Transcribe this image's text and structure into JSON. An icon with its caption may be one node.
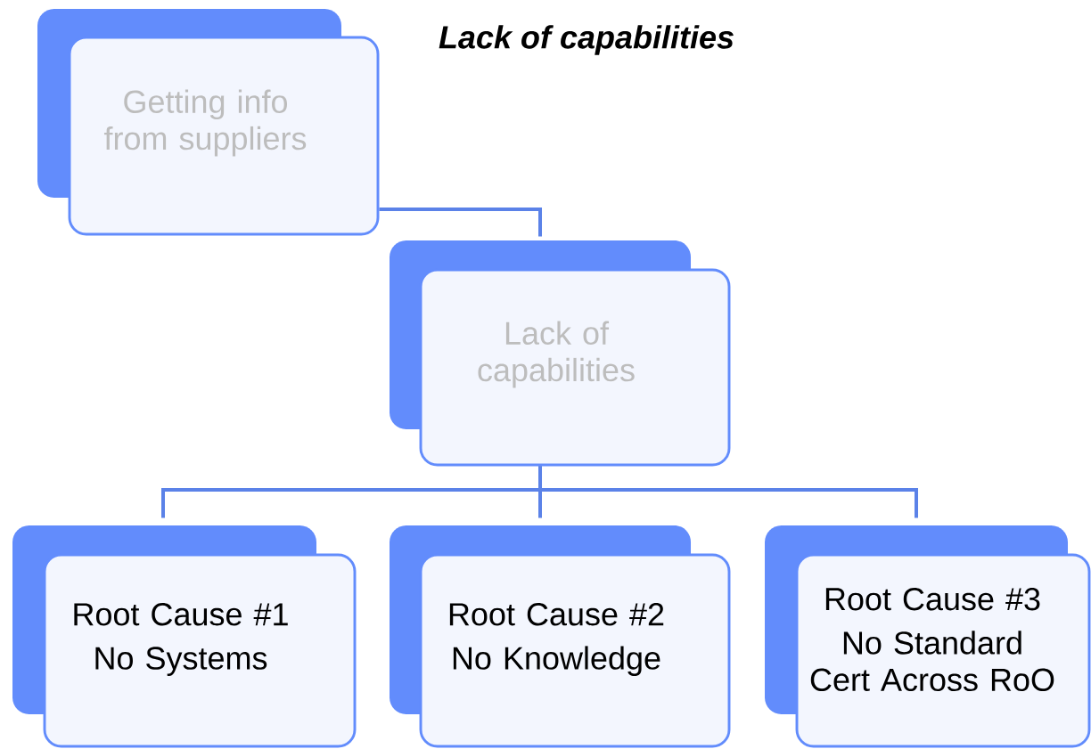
{
  "diagram": {
    "title": "Lack of capabilities",
    "nodes": [
      {
        "text": [
          "Getting info from suppliers"
        ]
      },
      {
        "text": [
          "Lack of capabilities"
        ]
      },
      {
        "text": [
          "Root Cause #1",
          "No Systems"
        ]
      },
      {
        "text": [
          "Root Cause #2",
          "No Knowledge"
        ]
      },
      {
        "text": [
          "Root Cause #3",
          "No Standard Cert Across RoO"
        ]
      }
    ],
    "edges": [
      {
        "from": 0,
        "to": 1,
        "arrow": "none"
      },
      {
        "from": 1,
        "to": 2,
        "arrow": "none"
      },
      {
        "from": 1,
        "to": 3,
        "arrow": "none"
      },
      {
        "from": 1,
        "to": 4,
        "arrow": "none"
      }
    ]
  }
}
